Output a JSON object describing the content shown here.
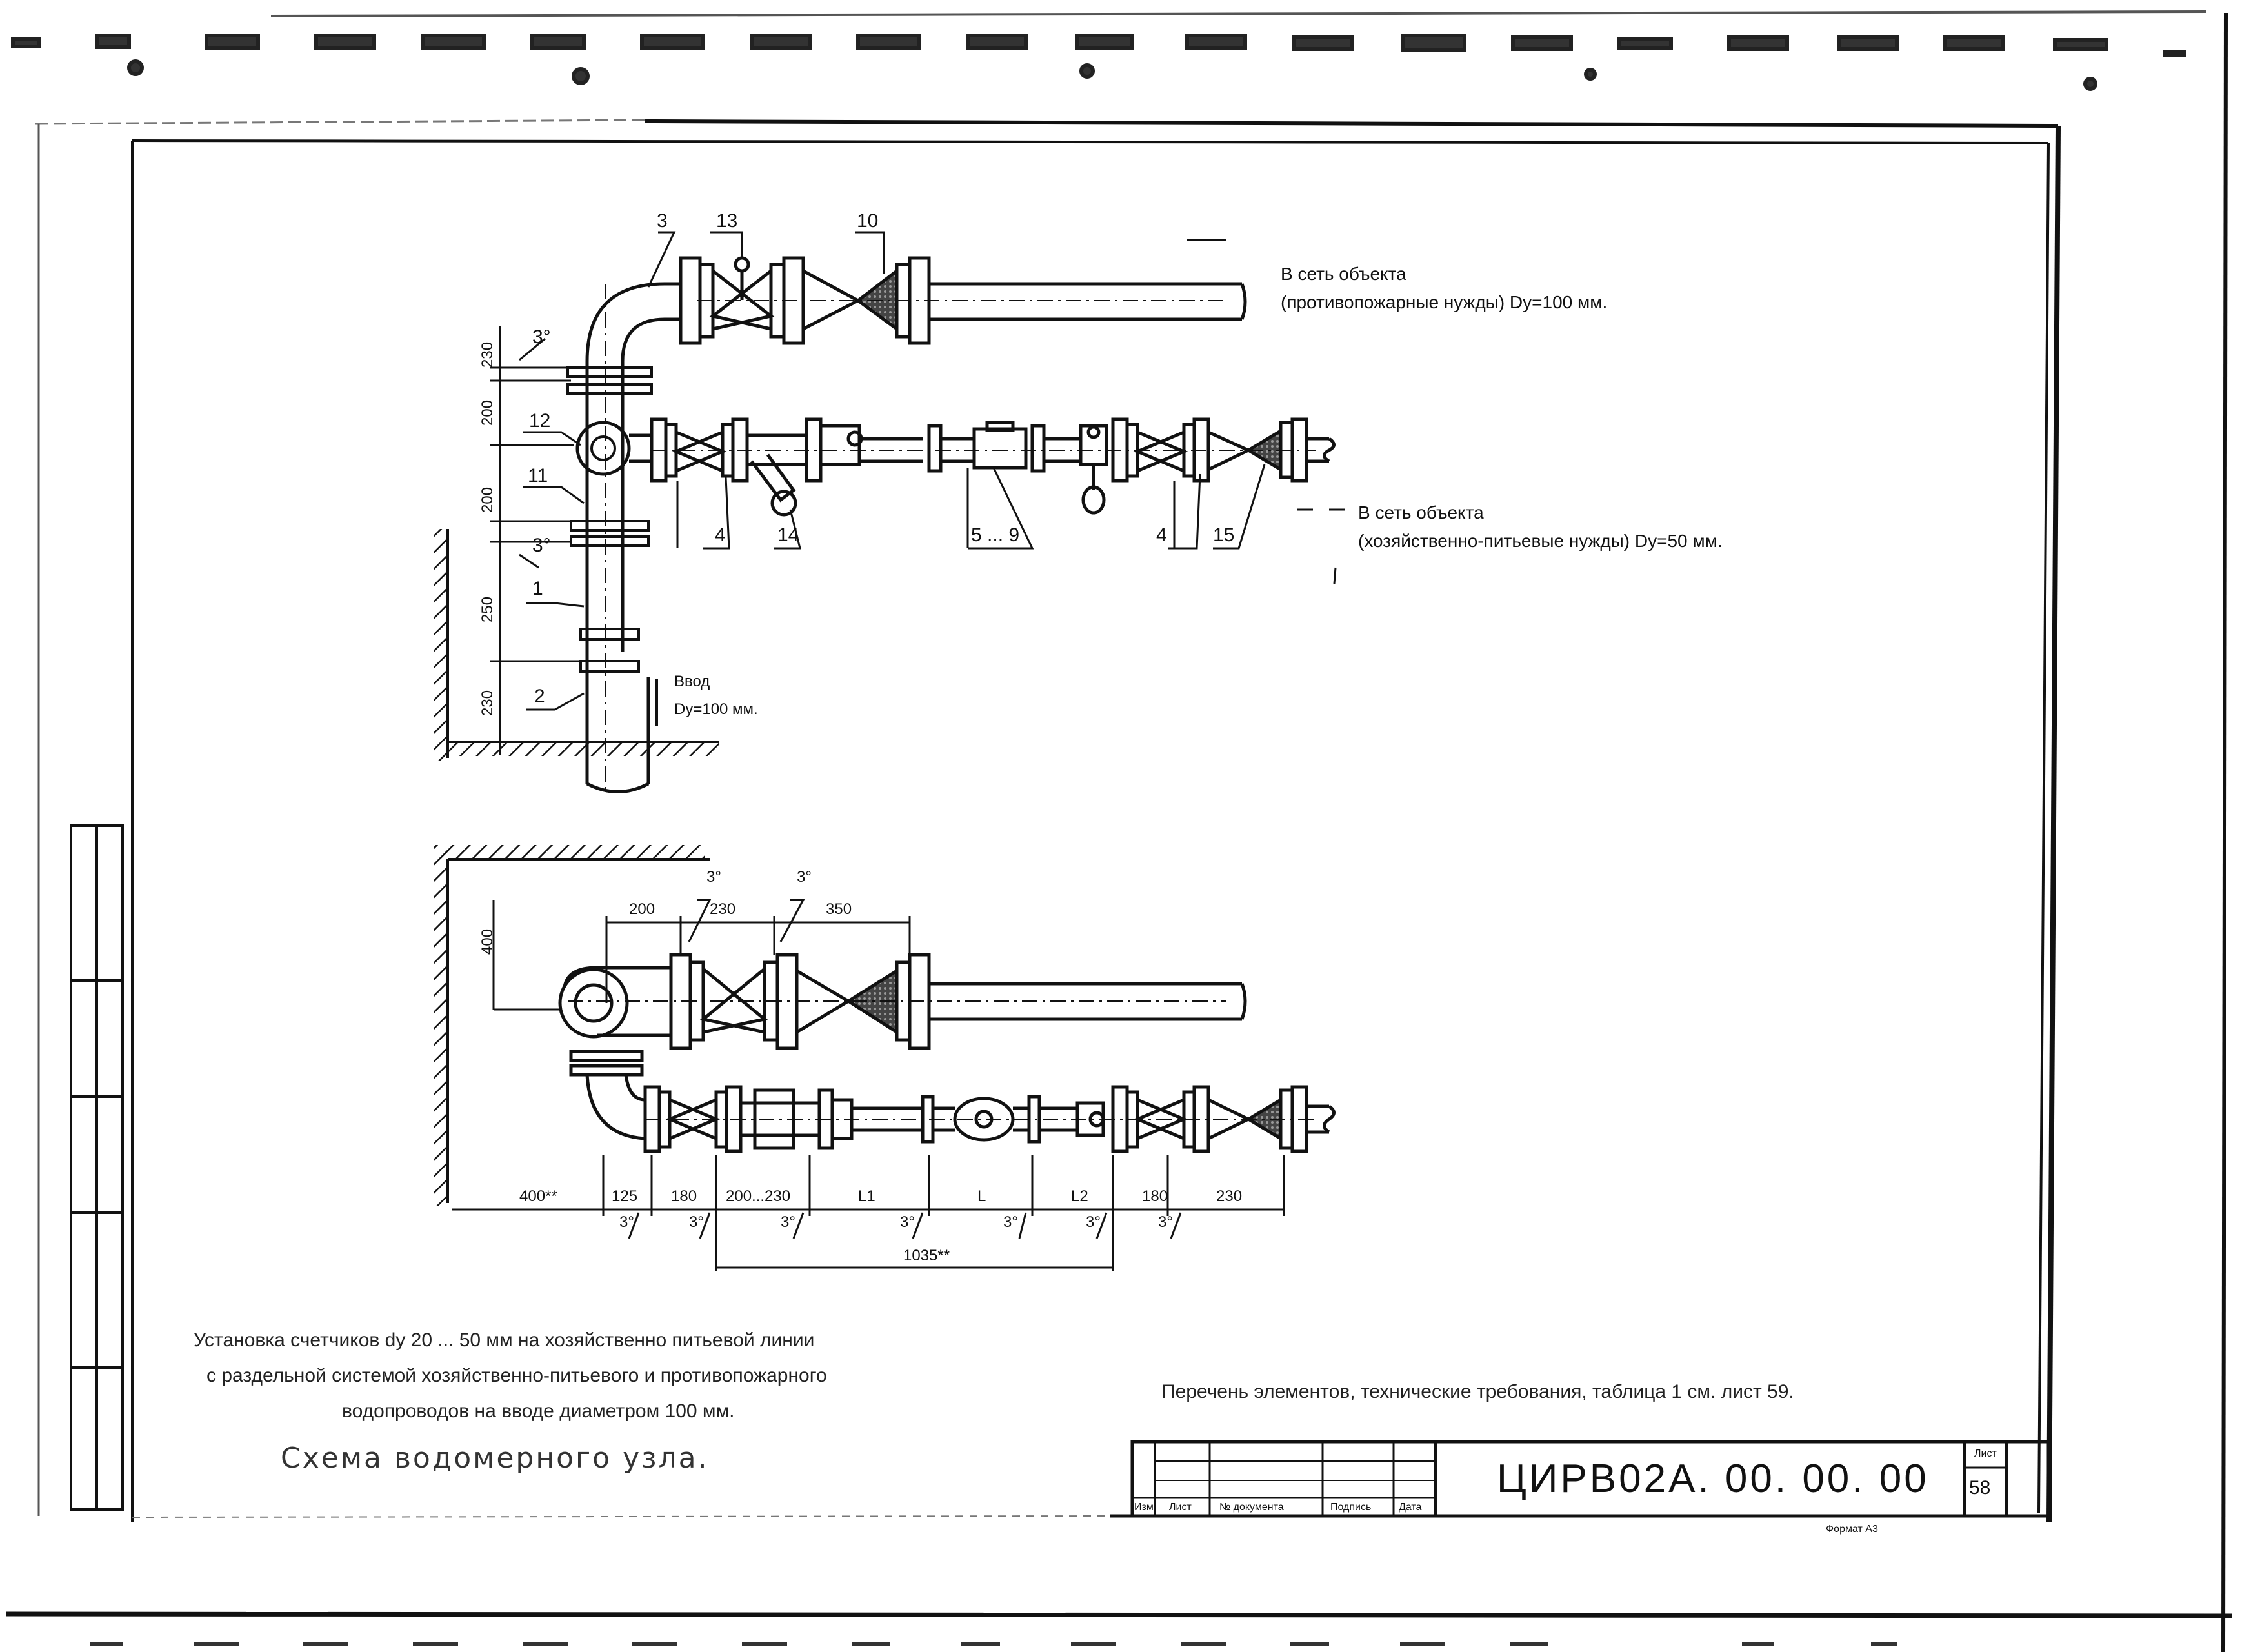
{
  "upper_diagram": {
    "callouts": {
      "c3": "3",
      "c13": "13",
      "c10": "10",
      "c12": "12",
      "c11": "11",
      "c1": "1",
      "c2": "2",
      "c4a": "4",
      "c14": "14",
      "c5_9": "5 ... 9",
      "c4b": "4",
      "c15": "15"
    },
    "slope_top": "3°",
    "slope_bottom": "3°",
    "vertical_dims": [
      "230",
      "200",
      "200",
      "250",
      "230"
    ],
    "outlet_fire": {
      "line1": "В сеть объекта",
      "line2": "(противопожарные нужды) Dy=100 мм."
    },
    "outlet_domestic": {
      "line1": "В сеть объекта",
      "line2": "(хозяйственно-питьевые нужды) Dy=50 мм."
    },
    "inlet": {
      "line1": "Ввод",
      "line2": "Dy=100 мм."
    }
  },
  "lower_diagram": {
    "vertical_dim": "400",
    "top_dims": [
      "200",
      "230",
      "350"
    ],
    "top_slopes": [
      "3°",
      "3°"
    ],
    "bottom_dims": [
      "400**",
      "125",
      "180",
      "200...230",
      "L1",
      "L",
      "L2",
      "180",
      "230"
    ],
    "bottom_slopes": [
      "3°",
      "3°",
      "3°",
      "3°",
      "3°",
      "3°",
      "3°"
    ],
    "overall_dim": "1035**"
  },
  "caption": {
    "line1": "Установка счетчиков dy 20 ... 50 мм на хозяйственно питьевой линии",
    "line2": "с раздельной системой хозяйственно-питьевого и противопожарного",
    "line3": "водопроводов на вводе диаметром 100 мм."
  },
  "drawing_title": "Схема водомерного узла.",
  "reference_note": "Перечень элементов, технические требования, таблица 1 см. лист 59.",
  "title_block": {
    "document_code": "ЦИРВ02А. 00. 00. 00",
    "sheet_label": "Лист",
    "sheet_number": "58",
    "columns": [
      "Изм",
      "Лист",
      "№ документа",
      "Подпись",
      "Дата"
    ],
    "format_label": "Формат А3"
  }
}
